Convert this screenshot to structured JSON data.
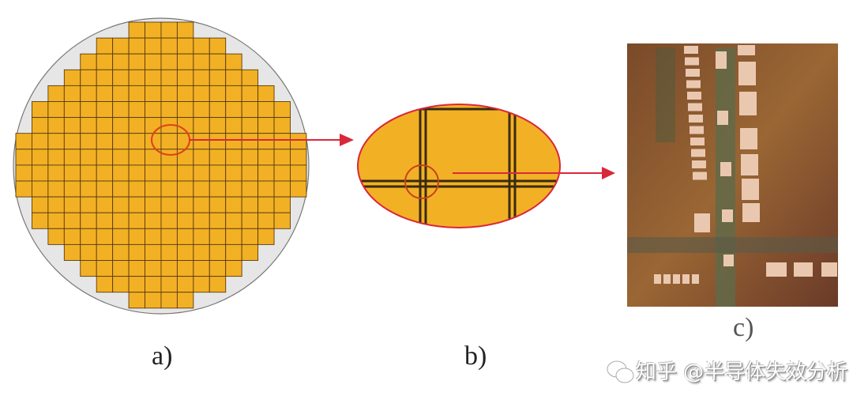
{
  "panels": {
    "a": {
      "label": "a)"
    },
    "b": {
      "label": "b)"
    },
    "c": {
      "label": "c)"
    }
  },
  "watermark": {
    "text": "知乎 @半导体失效分析",
    "icon": "wechat-icon"
  },
  "colors": {
    "die": "#f2b124",
    "die_border": "#5a3a12",
    "wafer": "#e6e6e6",
    "arrow": "#d9283a",
    "street": "#3a2a10"
  }
}
